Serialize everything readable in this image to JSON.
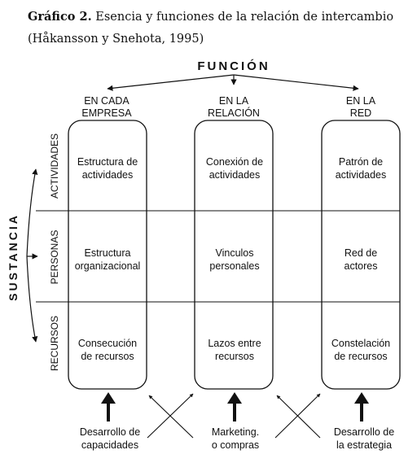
{
  "caption": {
    "label": "Gráfico 2.",
    "title": "Esencia y funciones de la relación de intercambio",
    "source": "(Håkansson y Snehota, 1995)"
  },
  "diagram": {
    "function_title": "FUNCIÓN",
    "substance_title": "SUSTANCIA",
    "columns": [
      {
        "line1": "EN CADA",
        "line2": "EMPRESA"
      },
      {
        "line1": "EN LA",
        "line2": "RELACIÓN"
      },
      {
        "line1": "EN LA",
        "line2": "RED"
      }
    ],
    "rows": [
      "ACTIVIDADES",
      "PERSONAS",
      "RECURSOS"
    ],
    "cells": [
      [
        [
          "Estructura de",
          "actividades"
        ],
        [
          "Conexión de",
          "actividades"
        ],
        [
          "Patrón de",
          "actividades"
        ]
      ],
      [
        [
          "Estructura",
          "organizacional"
        ],
        [
          "Vinculos",
          "personales"
        ],
        [
          "Red de",
          "actores"
        ]
      ],
      [
        [
          "Consecución",
          "de recursos"
        ],
        [
          "Lazos entre",
          "recursos"
        ],
        [
          "Constelación",
          "de recursos"
        ]
      ]
    ],
    "bottom_labels": [
      [
        "Desarrollo de",
        "capacidades"
      ],
      [
        "Marketing.",
        "o compras"
      ],
      [
        "Desarrollo de",
        "la estrategia"
      ]
    ]
  }
}
